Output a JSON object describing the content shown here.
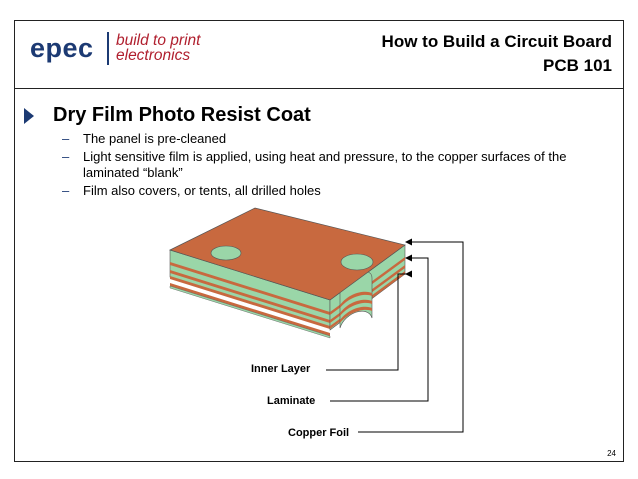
{
  "logo": {
    "brand": "epec",
    "tagline_1": "build to print",
    "tagline_2": "electronics"
  },
  "title": {
    "line1": "How to Build a Circuit Board",
    "line2": "PCB 101"
  },
  "heading": "Dry Film Photo Resist Coat",
  "bullets": [
    "The panel is pre-cleaned",
    "Light sensitive film is applied, using heat and pressure, to the copper surfaces of the laminated “blank”",
    "Film also covers, or tents, all drilled holes"
  ],
  "labels": {
    "inner_layer": "Inner Layer",
    "laminate": "Laminate",
    "copper_foil": "Copper Foil"
  },
  "page_number": "24",
  "colors": {
    "copper": "#c8693f",
    "laminate": "#9ad6a8",
    "brand_blue": "#1c3a73",
    "brand_red": "#b01f2e"
  }
}
